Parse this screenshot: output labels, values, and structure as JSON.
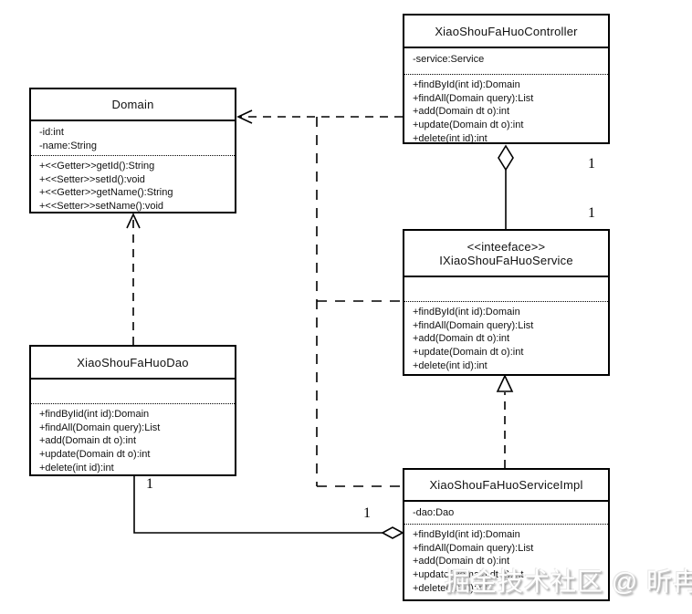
{
  "diagram": {
    "type": "uml-class-diagram",
    "colors": {
      "line": "#000000",
      "background": "#ffffff",
      "text": "#111111"
    },
    "classes": [
      {
        "id": "controller",
        "stereotype": "",
        "name": "XiaoShouFaHuoController",
        "attributes": [
          "-service:Service"
        ],
        "methods": [
          "+findById(int id):Domain",
          "+findAll(Domain query):List",
          "+add(Domain dt o):int",
          "+update(Domain dt o):int",
          "+delete(int id):int"
        ]
      },
      {
        "id": "domain",
        "stereotype": "",
        "name": "Domain",
        "attributes": [
          "-id:int",
          "-name:String"
        ],
        "methods": [
          "+<<Getter>>getId():String",
          "+<<Setter>>setId():void",
          "+<<Getter>>getName():String",
          "+<<Setter>>setName():void"
        ]
      },
      {
        "id": "service",
        "stereotype": "<<inteeface>>",
        "name": "IXiaoShouFaHuoService",
        "attributes": [],
        "methods": [
          "+findById(int id):Domain",
          "+findAll(Domain query):List",
          "+add(Domain dt o):int",
          "+update(Domain dt o):int",
          "+delete(int id):int"
        ]
      },
      {
        "id": "dao",
        "stereotype": "",
        "name": "XiaoShouFaHuoDao",
        "attributes": [],
        "methods": [
          "+findByIid(int id):Domain",
          "+findAll(Domain query):List",
          "+add(Domain dt o):int",
          "+update(Domain dt o):int",
          "+delete(int id):int"
        ]
      },
      {
        "id": "impl",
        "stereotype": "",
        "name": "XiaoShouFaHuoServiceImpl",
        "attributes": [
          "-dao:Dao"
        ],
        "methods": [
          "+findById(int id):Domain",
          "+findAll(Domain query):List",
          "+add(Domain dt o):int",
          "+update(Domain dt o):int",
          "+delete(int id):int"
        ]
      }
    ],
    "relationships": [
      {
        "kind": "dependency",
        "from": "XiaoShouFaHuoController",
        "to": "Domain"
      },
      {
        "kind": "dependency",
        "from": "IXiaoShouFaHuoService",
        "to": "Domain"
      },
      {
        "kind": "dependency",
        "from": "XiaoShouFaHuoServiceImpl",
        "to": "Domain"
      },
      {
        "kind": "dependency",
        "from": "XiaoShouFaHuoDao",
        "to": "Domain"
      },
      {
        "kind": "aggregation",
        "from": "XiaoShouFaHuoController",
        "to": "IXiaoShouFaHuoService",
        "multiplicity_near": "1",
        "multiplicity_far": "1"
      },
      {
        "kind": "realization",
        "from": "XiaoShouFaHuoServiceImpl",
        "to": "IXiaoShouFaHuoService"
      },
      {
        "kind": "aggregation",
        "from": "XiaoShouFaHuoServiceImpl",
        "to": "XiaoShouFaHuoDao",
        "multiplicity_near": "1",
        "multiplicity_far": "1"
      }
    ],
    "multiplicities": {
      "controller_service_top": "1",
      "controller_service_bottom": "1",
      "dao_impl_left": "1",
      "dao_impl_right": "1"
    },
    "watermark": "掘金技术社区 @ 昕冉"
  }
}
